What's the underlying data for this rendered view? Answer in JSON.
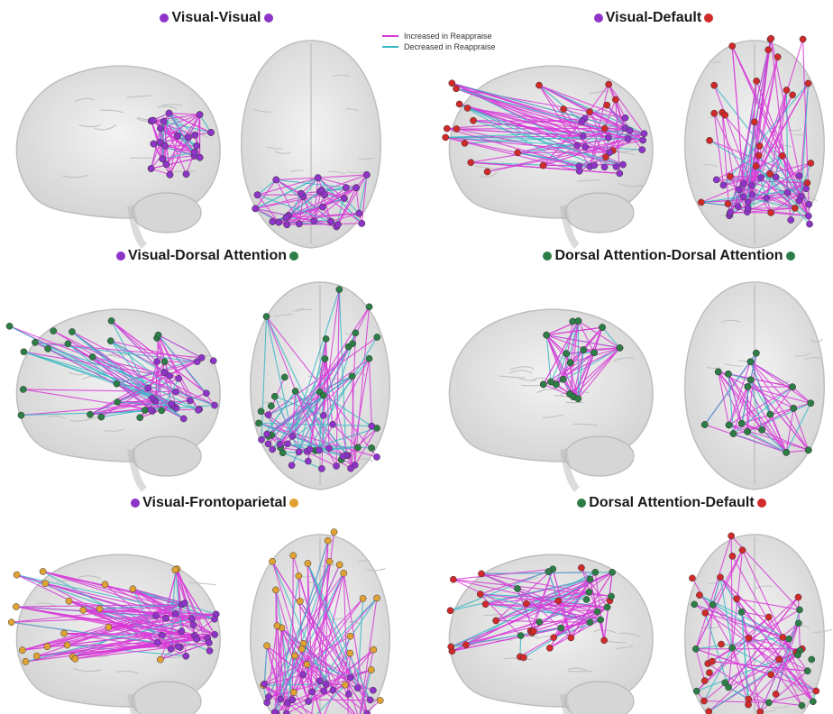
{
  "colors": {
    "visual": "#8e34c9",
    "default": "#d12a2a",
    "dorsal_attention": "#2d7d46",
    "frontoparietal": "#e0a233",
    "increased": "#d83ad8",
    "decreased": "#3bb8c4",
    "brain_fill": "#dedede",
    "brain_stroke": "#b8b8b8"
  },
  "legend": {
    "increased_label": "Increased in Reappraise",
    "decreased_label": "Decreased in Reappraise"
  },
  "panels": [
    {
      "id": "visual-visual",
      "title": "Visual-Visual",
      "left": "visual",
      "right": "visual",
      "density": 0.9
    },
    {
      "id": "visual-default",
      "title": "Visual-Default",
      "left": "visual",
      "right": "default",
      "density": 1.0
    },
    {
      "id": "visual-dorsal-attention",
      "title": "Visual-Dorsal Attention",
      "left": "visual",
      "right": "dorsal_attention",
      "density": 0.8
    },
    {
      "id": "dorsal-attention-dorsal-attention",
      "title": "Dorsal Attention-Dorsal Attention",
      "left": "dorsal_attention",
      "right": "dorsal_attention",
      "density": 0.5
    },
    {
      "id": "visual-frontoparietal",
      "title": "Visual-Frontoparietal",
      "left": "visual",
      "right": "frontoparietal",
      "density": 1.0
    },
    {
      "id": "dorsal-attention-default",
      "title": "Dorsal Attention-Default",
      "left": "dorsal_attention",
      "right": "default",
      "density": 0.7
    }
  ]
}
